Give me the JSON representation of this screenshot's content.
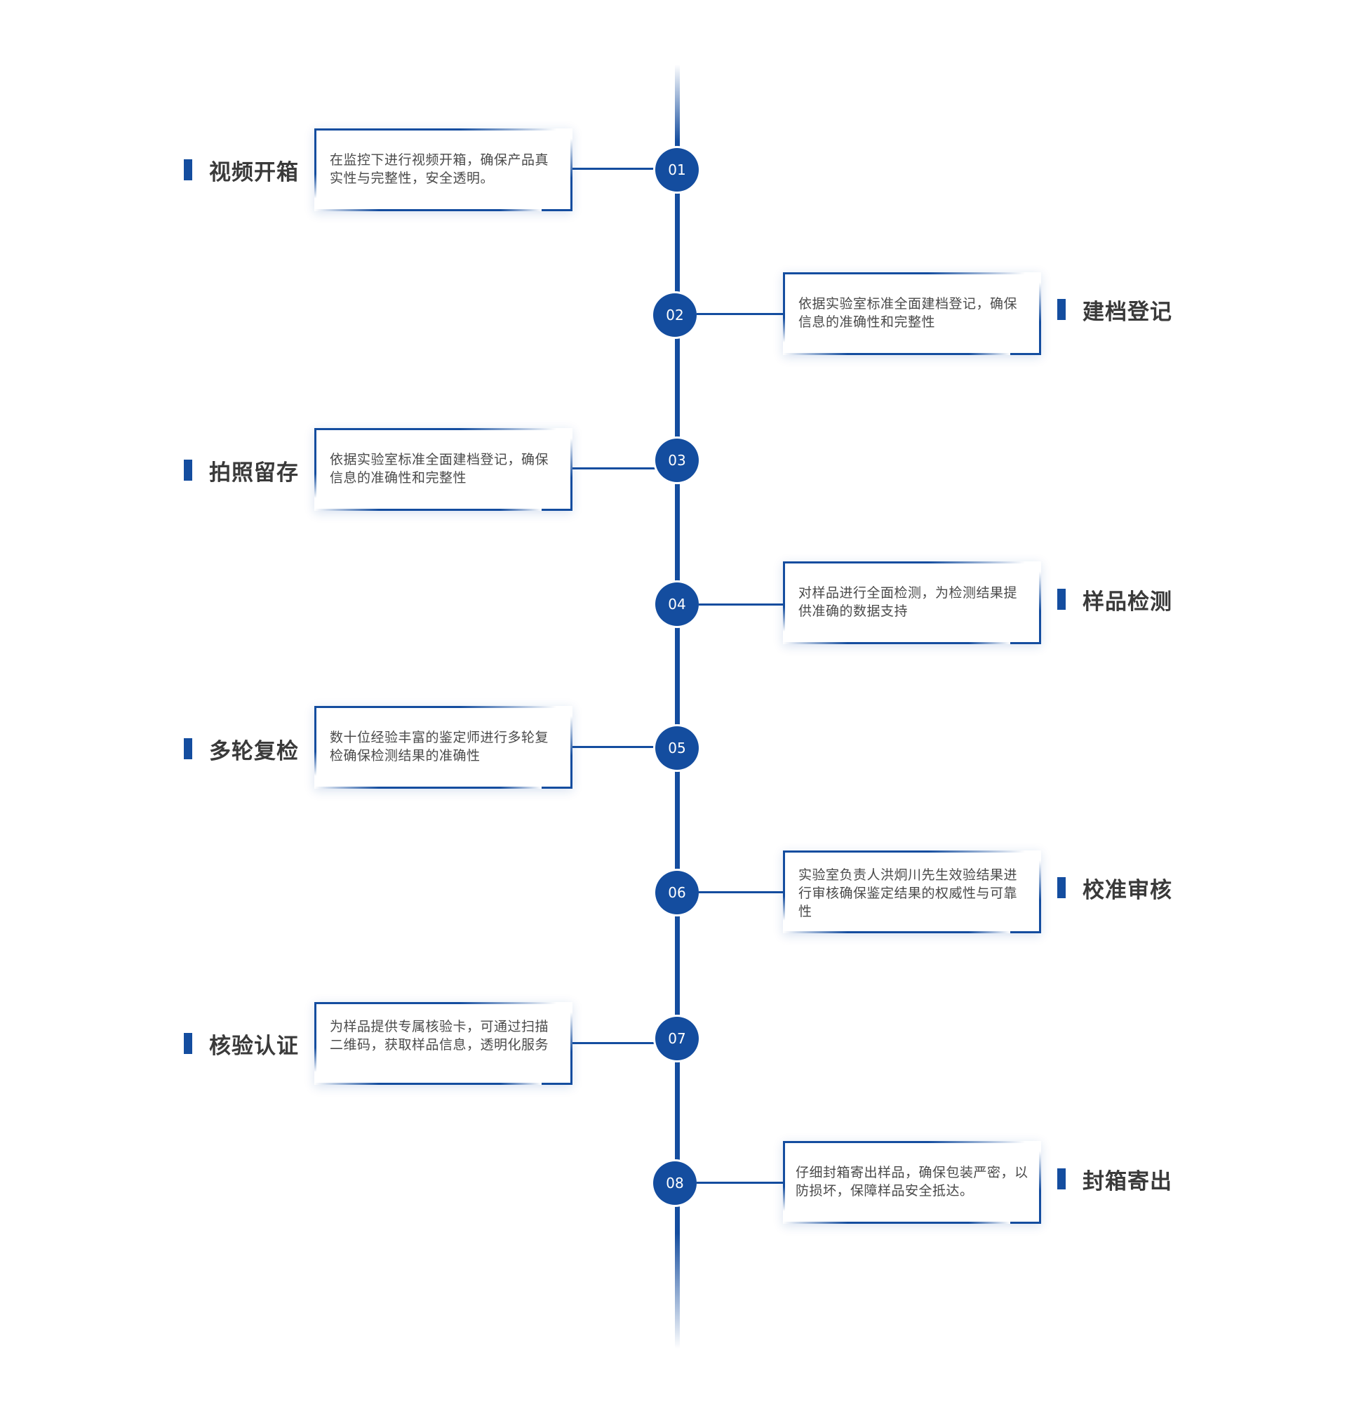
{
  "steps": [
    {
      "num": "01",
      "title": "视频开箱",
      "text": "在监控下进行视频开箱，确保产品真实性与完整性，安全透明。"
    },
    {
      "num": "02",
      "title": "建档登记",
      "text": "依据实验室标准全面建档登记，确保信息的准确性和完整性"
    },
    {
      "num": "03",
      "title": "拍照留存",
      "text": "依据实验室标准全面建档登记，确保信息的准确性和完整性"
    },
    {
      "num": "04",
      "title": "样品检测",
      "text": "对样品进行全面检测，为检测结果提供准确的数据支持"
    },
    {
      "num": "05",
      "title": "多轮复检",
      "text": "数十位经验丰富的鉴定师进行多轮复检确保检测结果的准确性"
    },
    {
      "num": "06",
      "title": "校准审核",
      "text": "实验室负责人洪炯川先生效验结果进行审核确保鉴定结果的权威性与可靠性"
    },
    {
      "num": "07",
      "title": "核验认证",
      "text": "为样品提供专属核验卡，可通过扫描二维码，获取样品信息，透明化服务"
    },
    {
      "num": "08",
      "title": "封箱寄出",
      "text": "仔细封箱寄出样品，确保包装严密，以防损坏，保障样品安全抵达。"
    }
  ],
  "colors": {
    "accent": "#144d9f",
    "text": "#4a4a4a",
    "title": "#3a3a3a"
  }
}
